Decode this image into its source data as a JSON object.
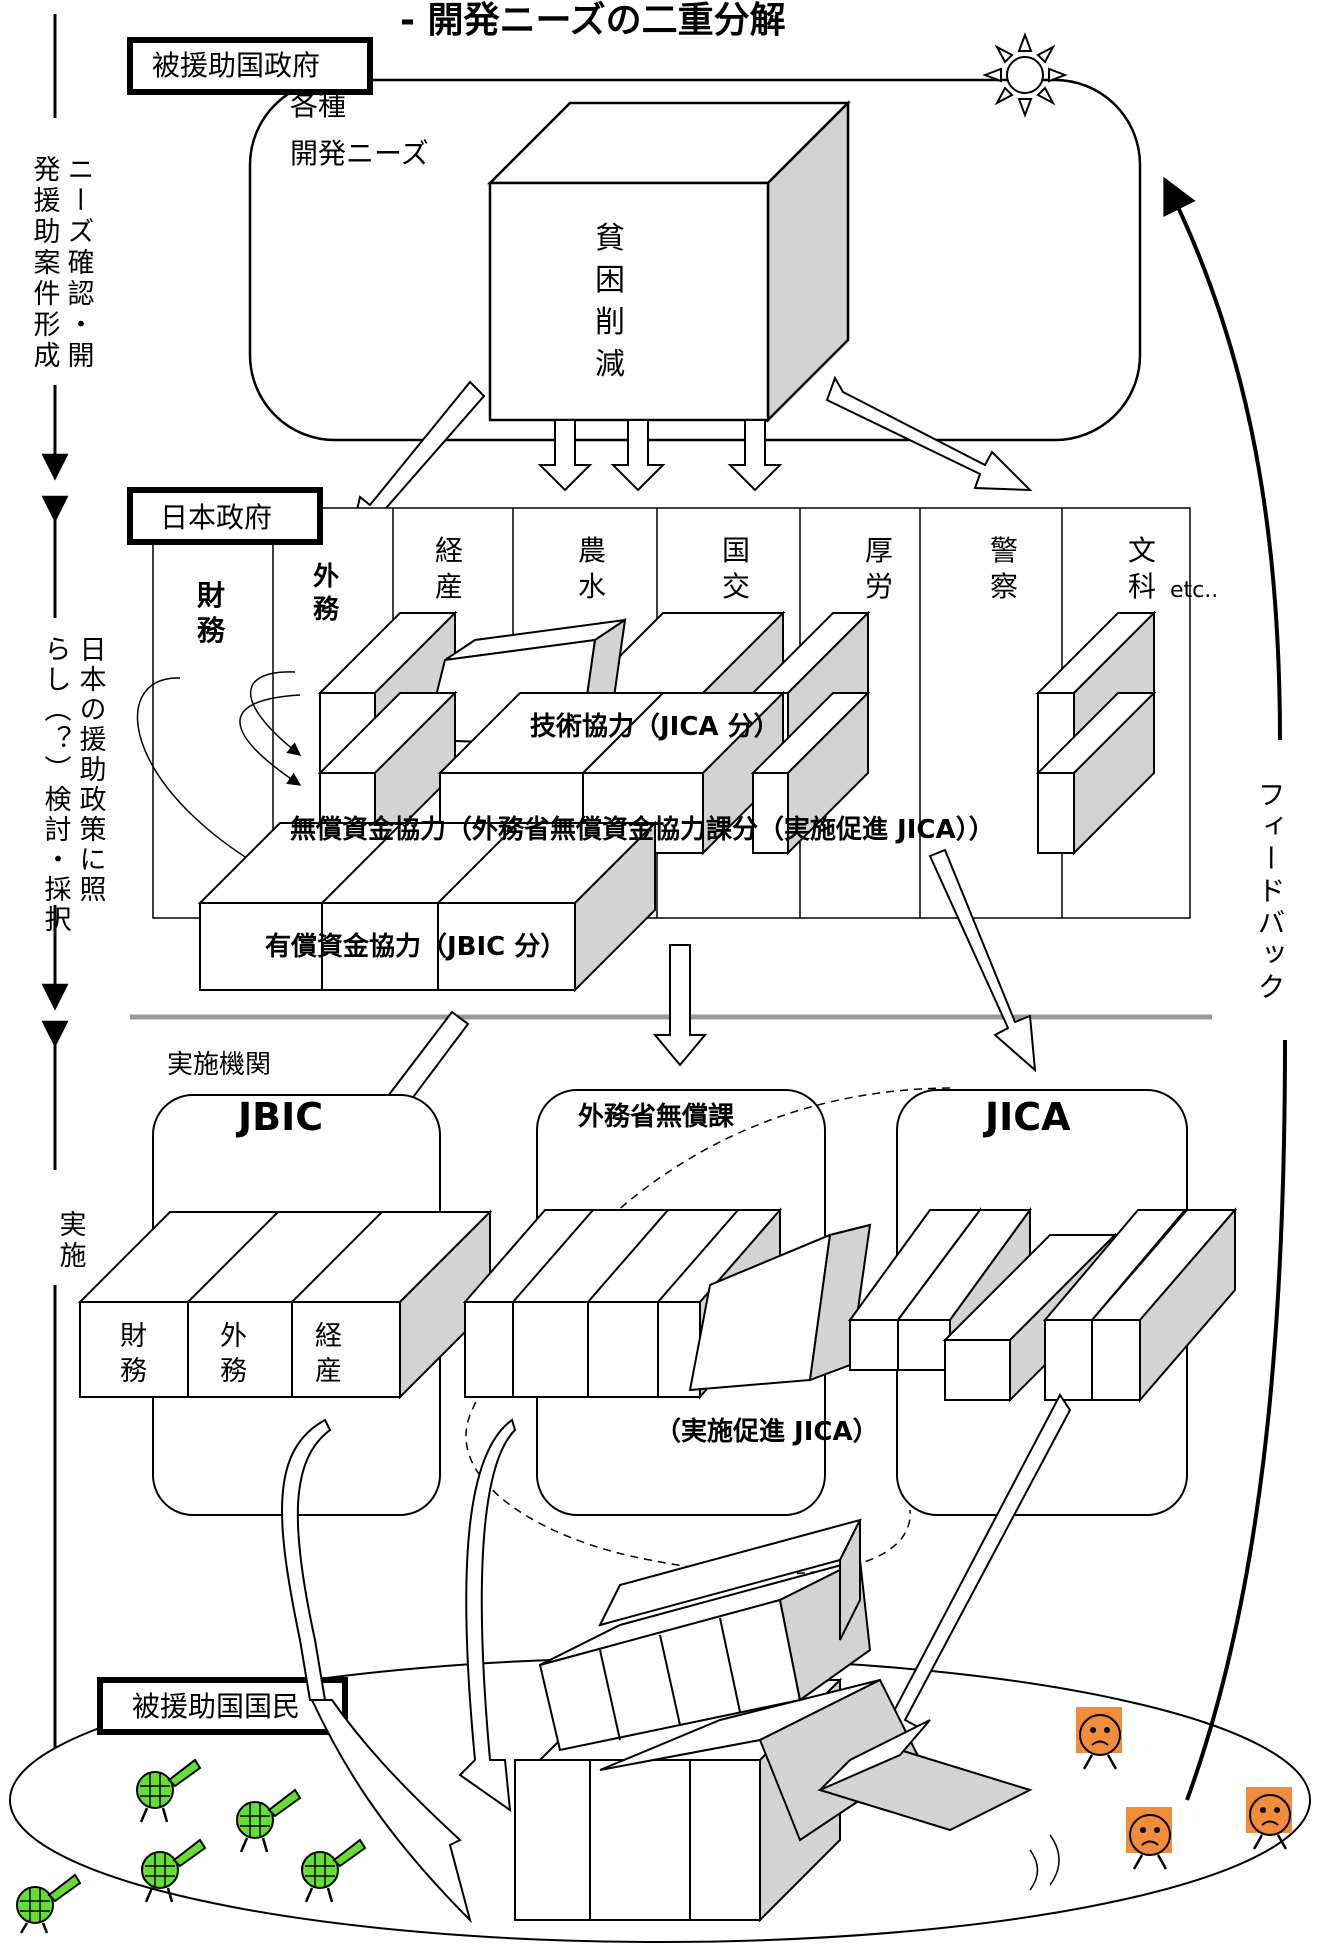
{
  "title": "- 開発ニーズの二重分解",
  "phases": {
    "formation_a": "ニーズ確認・開",
    "formation_b": "発援助案件形成",
    "selection_a": "日本の援助政策に照",
    "selection_b": "らし（？）検討・採択",
    "implementation": "実施"
  },
  "recipient_gov": {
    "label": "被援助国政府",
    "needs_line1": "各種",
    "needs_line2": "開発ニーズ",
    "poverty": [
      "貧",
      "困",
      "削",
      "減"
    ]
  },
  "japan_gov": {
    "label": "日本政府",
    "ministries": [
      {
        "id": "zaimu",
        "chars": [
          "財",
          "務"
        ]
      },
      {
        "id": "gaimu",
        "chars": [
          "外",
          "務"
        ]
      },
      {
        "id": "keisan",
        "chars": [
          "経",
          "産"
        ]
      },
      {
        "id": "nousui",
        "chars": [
          "農",
          "水"
        ]
      },
      {
        "id": "kokko",
        "chars": [
          "国",
          "交"
        ]
      },
      {
        "id": "kourou",
        "chars": [
          "厚",
          "労"
        ]
      },
      {
        "id": "keisatsu",
        "chars": [
          "警",
          "察"
        ]
      },
      {
        "id": "monka",
        "chars": [
          "文",
          "科"
        ]
      }
    ],
    "etc": "etc..",
    "tech_coop": "技術協力（JICA 分）",
    "grant_aid": "無償資金協力（外務省無償資金協力課分（実施促進 JICA））",
    "loan_aid": "有償資金協力（JBIC 分）"
  },
  "implementation": {
    "agencies_label": "実施機関",
    "jbic": "JBIC",
    "mofa_grant": "外務省無償課",
    "jica": "JICA",
    "jbic_blocks": [
      [
        "財",
        "務"
      ],
      [
        "外",
        "務"
      ],
      [
        "経",
        "産"
      ]
    ],
    "promotion": "（実施促進 JICA）"
  },
  "people": {
    "label": "被援助国国民"
  },
  "feedback": "フィードバック",
  "colors": {
    "block_side": "#d3d3d3",
    "happy": "#66dd33",
    "sad": "#f08c3a",
    "separator": "#999999"
  }
}
